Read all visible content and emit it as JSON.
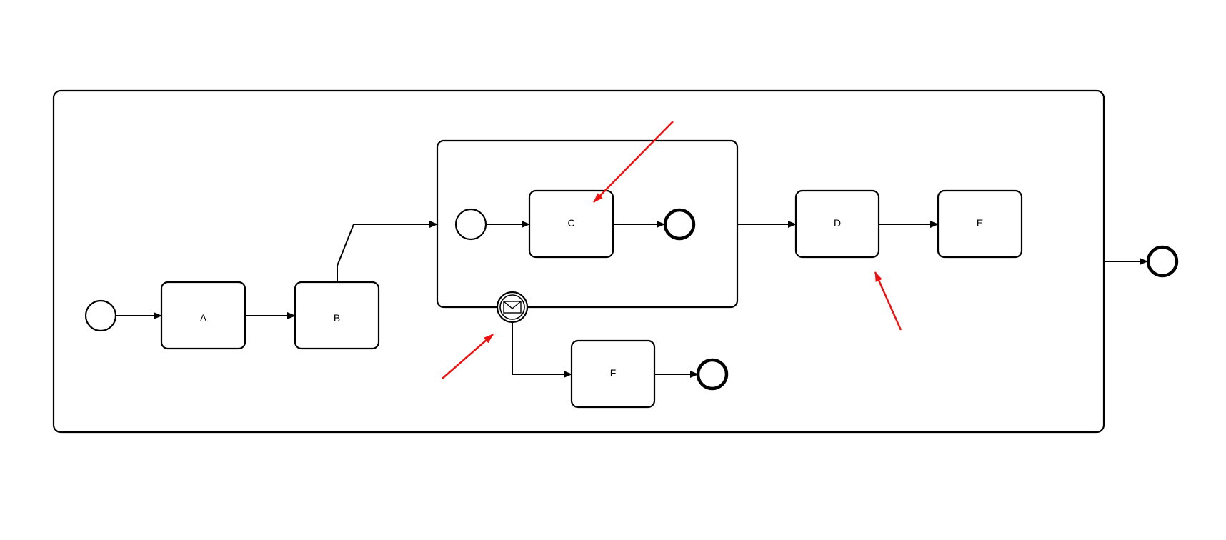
{
  "diagram": {
    "tasks": [
      {
        "id": "A",
        "label": "A"
      },
      {
        "id": "B",
        "label": "B"
      },
      {
        "id": "C",
        "label": "C"
      },
      {
        "id": "D",
        "label": "D"
      },
      {
        "id": "E",
        "label": "E"
      },
      {
        "id": "F",
        "label": "F"
      }
    ],
    "boundary_event_icon": "envelope-icon",
    "colors": {
      "stroke": "#000000",
      "fill": "#ffffff",
      "annotation": "#ee1111"
    }
  }
}
